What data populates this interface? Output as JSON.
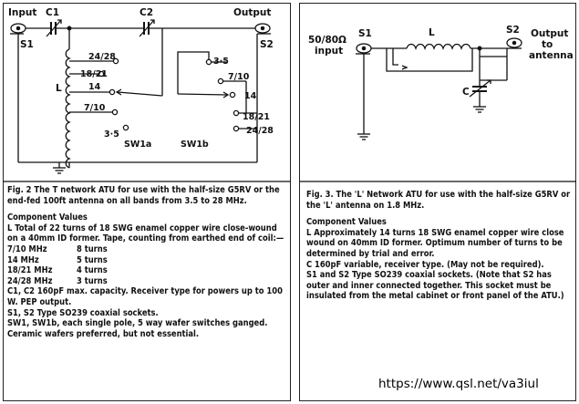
{
  "left_diagram": {
    "input_label": "Input",
    "output_label": "Output",
    "s1": "S1",
    "s2": "S2",
    "c1": "C1",
    "c2": "C2",
    "l": "L",
    "tap_24_28": "24/28",
    "tap_18_21": "18/21",
    "tap_14": "14",
    "tap_7_10": "7/10",
    "tap_3_5": "3·5",
    "b_3_5": "3·5",
    "b_7_10": "7/10",
    "b_14": "14",
    "b_18_21": "18/21",
    "b_24_28": "24/28",
    "sw1a": "SW1a",
    "sw1b": "SW1b"
  },
  "left_caption": {
    "title": "Fig. 2 The T network ATU for use with the half-size G5RV or the end-fed 100ft antenna on all bands from 3.5 to 28 MHz.",
    "heading": "Component Values",
    "l_text": "L Total of 22 turns of 18 SWG enamel copper wire close-wound on a 40mm ID former. Tape, counting from earthed end of coil:—",
    "rows": [
      {
        "band": "7/10 MHz",
        "turns": "8 turns"
      },
      {
        "band": "14 MHz",
        "turns": "5 turns"
      },
      {
        "band": "18/21 MHz",
        "turns": "4 turns"
      },
      {
        "band": "24/28 MHz",
        "turns": "3 turns"
      }
    ],
    "c_text": "C1, C2 160pF max. capacity. Receiver type for powers up to 100 W. PEP output.",
    "s_text": "S1, S2 Type SO239 coaxial sockets.",
    "sw_text": "SW1, SW1b, each single pole, 5 way wafer switches ganged. Ceramic wafers preferred, but not essential."
  },
  "right_diagram": {
    "input_label_1": "50/80Ω",
    "input_label_2": "input",
    "s1": "S1",
    "s2": "S2",
    "l": "L",
    "c": "C",
    "output_1": "Output",
    "output_2": "to",
    "output_3": "antenna"
  },
  "right_caption": {
    "title": "Fig. 3. The 'L' Network ATU for use with the half-size G5RV or the 'L' antenna on 1.8 MHz.",
    "heading": "Component Values",
    "l_text": "L Approximately 14 turns 18 SWG enamel copper wire close wound on 40mm ID former. Optimum number of turns to be determined by trial and error.",
    "c_text": "C 160pF variable, receiver type. (May not be required).",
    "s_text": "S1 and S2 Type SO239 coaxial sockets. (Note that S2 has outer and inner connected together. This socket must be insulated from the metal cabinet or front panel of the ATU.)"
  },
  "watermark": "https://www.qsl.net/va3iul"
}
